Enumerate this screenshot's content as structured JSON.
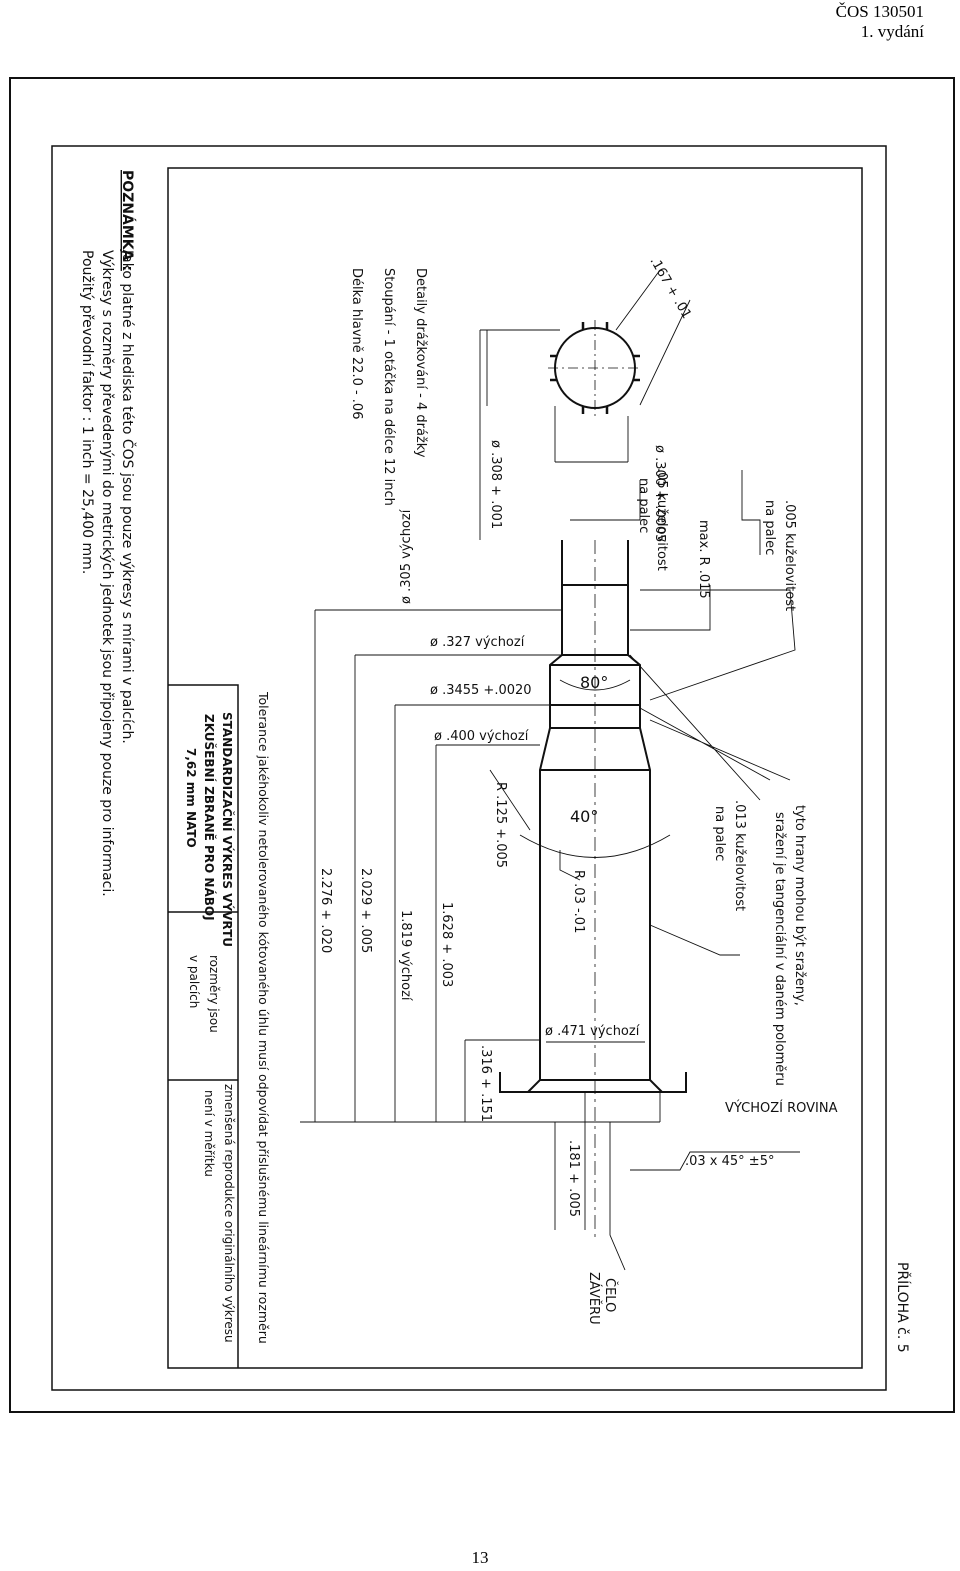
{
  "header": {
    "doc_number": "ČOS 130501",
    "edition": "1. vydání"
  },
  "page_number": "13",
  "drawing": {
    "annex": "PŘÍLOHA č. 5",
    "note_label": "POZNÁMKA :",
    "note_lines": [
      "Jako platné z hlediska této ČOS jsou pouze výkresy s mírami v palcích.",
      "Výkresy s rozměry převedenými do metrických jednotek jsou připojeny pouze pro informaci.",
      "Použitý převodní faktor : 1 inch = 25,400 mm."
    ],
    "grooving": [
      "Detaily drážkování - 4 drážky",
      "Stoupání - 1 otáčka na délce 12 inch",
      "Délka hlavně 22.0 - .06"
    ],
    "tolerance_note": "Tolerance jakéhokoliv netolerovaného kótovaného úhlu musí odpovídat příslušnému lineárnímu rozměru",
    "title_block": {
      "title_lines": [
        "STANDARDIZAČNÍ VÝKRES VÝVRTU",
        "ZKUŠEBNÍ ZBRANĚ PRO NÁBOJ",
        "7,62 mm NATO"
      ],
      "units_lines": [
        "rozměry jsou",
        "v palcích"
      ],
      "scale_lines": [
        "zmenšená reprodukce originálního výkresu",
        "není v měřítku"
      ]
    },
    "dims": {
      "groove_width": ".167 + .01",
      "land_dia": "ø .300 + .0005",
      "groove_dia": "ø .308 + .001",
      "taper_005": ".005 kuželovitost",
      "per_inch_a": "na palec",
      "taper_05": ".05 kuželovitost",
      "per_inch_b": "na palec",
      "max_r": "max. R .015",
      "edges_1": "tyto hrany mohou být sraženy,",
      "edges_2": "sražení je tangenciální v daném poloměru",
      "taper_013": ".013 kuželovitost",
      "per_inch_c": "na palec",
      "d305": "ø .305 výchozí",
      "d327": "ø .327 výchozí",
      "d3455": "ø .3455 +.0020",
      "angle80": "80°",
      "d400": "ø .400 výchozí",
      "r125": "R .125 +.005",
      "angle40": "40°",
      "r03": "R .03 -.01",
      "d471": "ø .471 výchozí",
      "l316": ".316 + .151",
      "base_plane": "VÝCHOZÍ ROVINA",
      "chamfer": ".03 x 45° ±5°",
      "l181": ".181 + .005",
      "bolt_face_1": "ČELO",
      "bolt_face_2": "ZÁVĚRU",
      "l1628": "1.628 + .003",
      "l1819": "1.819 výchozí",
      "l2029": "2.029 + .005",
      "l2276": "2.276 + .020"
    }
  }
}
